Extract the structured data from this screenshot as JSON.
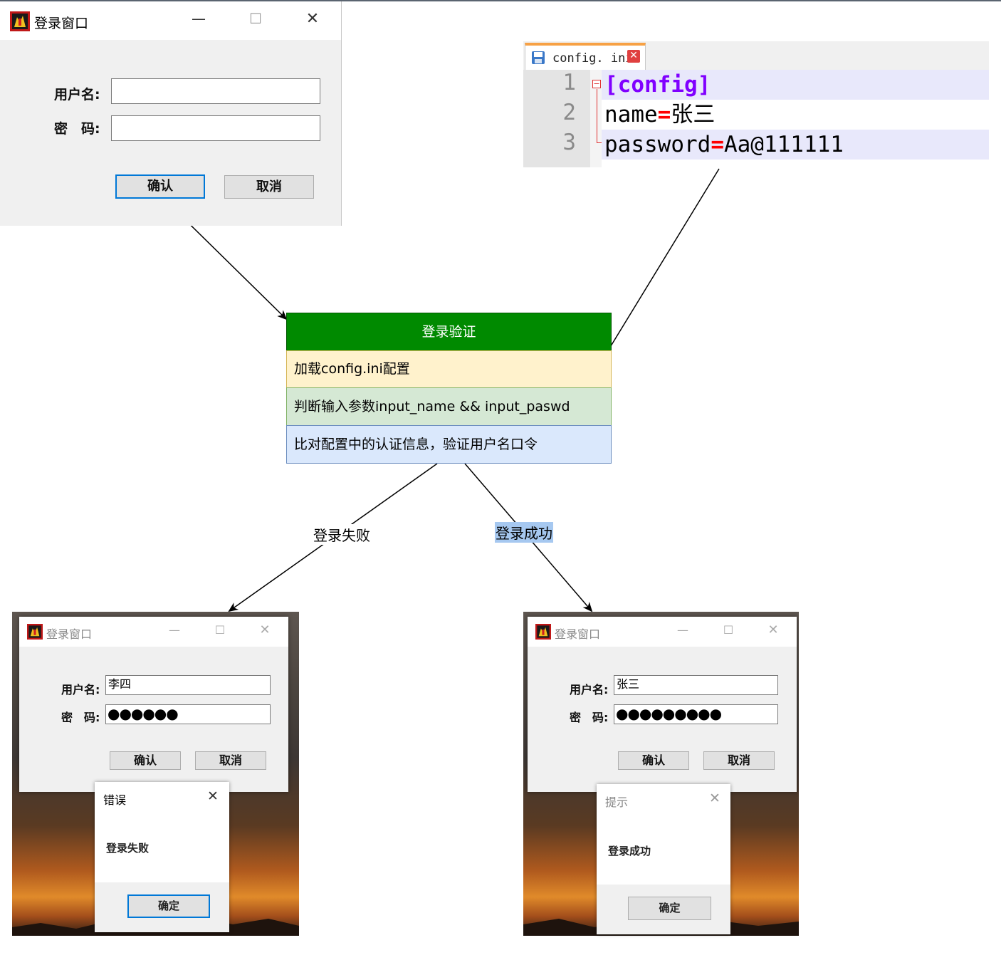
{
  "login_window": {
    "title": "登录窗口",
    "minimize": "—",
    "maximize": "☐",
    "close": "✕",
    "username_label": "用户名:",
    "password_label": "密　码:",
    "username_value": "",
    "password_value": "",
    "ok_button": "确认",
    "cancel_button": "取消",
    "icon": "app-logo-icon"
  },
  "editor": {
    "tab_name": "config. ini",
    "tab_close": "✕",
    "save_icon": "floppy-disk-icon",
    "fold_marker": "−",
    "lines": [
      {
        "num": "1",
        "section": "[config]"
      },
      {
        "num": "2",
        "key": "name",
        "eq": "=",
        "value": "张三"
      },
      {
        "num": "3",
        "key": "password",
        "eq": "=",
        "value": "Aa@111111"
      }
    ],
    "colors": {
      "section": "#8000ff",
      "operator": "#ff0000",
      "line_highlight": "#e8e8fb"
    }
  },
  "flow": {
    "title": "登录验证",
    "step1": "加载config.ini配置",
    "step2": "判断输入参数input_name && input_paswd",
    "step3": "比对配置中的认证信息，验证用户名口令",
    "colors": {
      "header": "#008a00",
      "step1": "#fff2cc",
      "step2": "#d5e8d4",
      "step3": "#dae8fc"
    }
  },
  "edges": {
    "fail_label": "登录失败",
    "success_label": "登录成功"
  },
  "fail_case": {
    "title": "登录窗口",
    "username_label": "用户名:",
    "password_label": "密　码:",
    "username_value": "李四",
    "password_value": "●●●●●●",
    "ok_button": "确认",
    "cancel_button": "取消",
    "minimize": "—",
    "maximize": "☐",
    "close": "✕",
    "dialog": {
      "title": "错误",
      "close": "✕",
      "message": "登录失败",
      "button": "确定"
    }
  },
  "success_case": {
    "title": "登录窗口",
    "username_label": "用户名:",
    "password_label": "密　码:",
    "username_value": "张三",
    "password_value": "●●●●●●●●●",
    "ok_button": "确认",
    "cancel_button": "取消",
    "minimize": "—",
    "maximize": "☐",
    "close": "✕",
    "dialog": {
      "title": "提示",
      "close": "✕",
      "message": "登录成功",
      "button": "确定"
    }
  }
}
